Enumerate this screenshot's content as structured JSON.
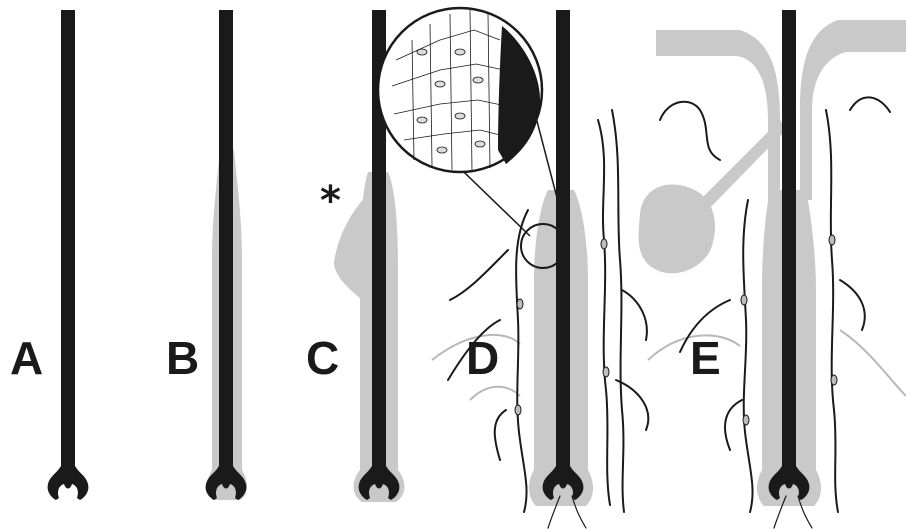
{
  "panels": [
    {
      "label": "A"
    },
    {
      "label": "B"
    },
    {
      "label": "C",
      "annotation": "*"
    },
    {
      "label": "D"
    },
    {
      "label": "E"
    }
  ],
  "colors": {
    "ink": "#1a1a1a",
    "sheath_gray": "#c9c9c9",
    "background": "#ffffff"
  }
}
